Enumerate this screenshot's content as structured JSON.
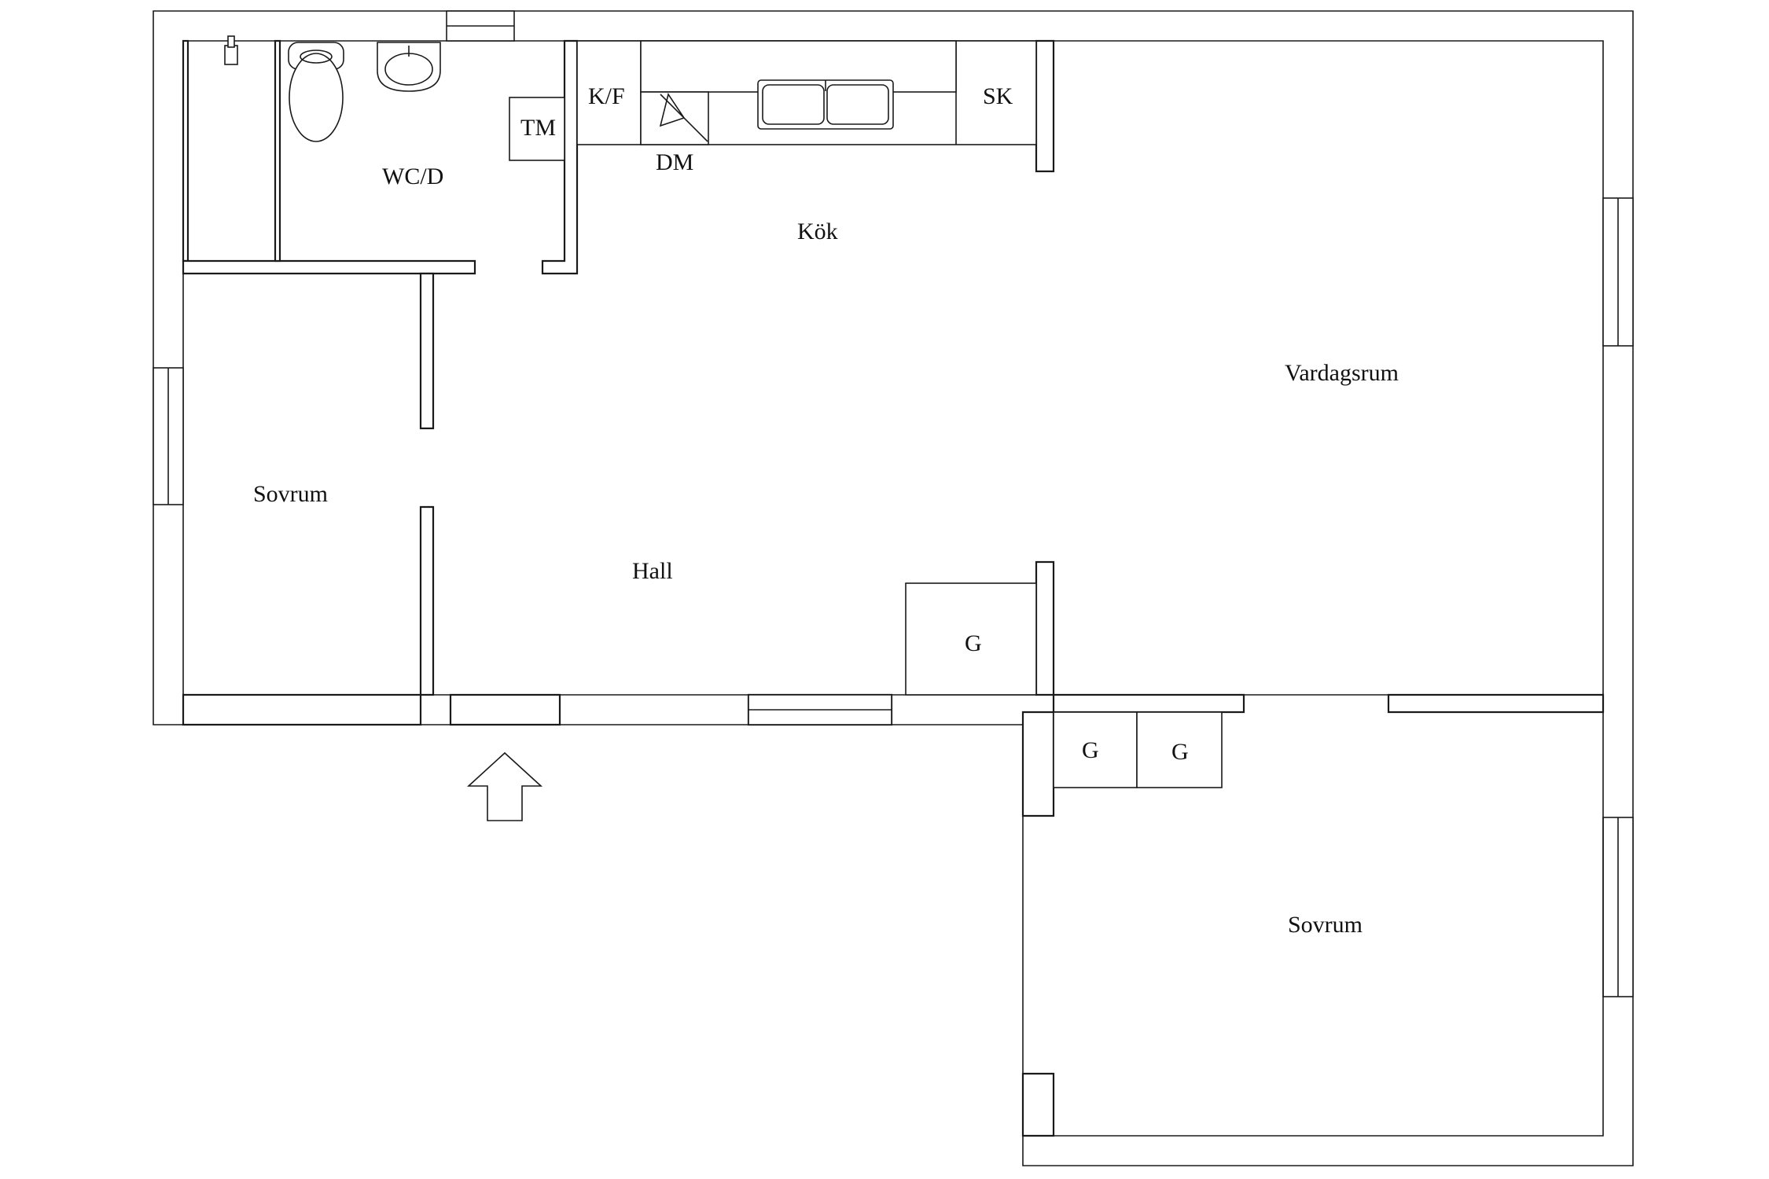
{
  "rooms": {
    "wc_d": "WC/D",
    "tm": "TM",
    "kf": "K/F",
    "dm": "DM",
    "sk": "SK",
    "kok": "Kök",
    "vardagsrum": "Vardagsrum",
    "sovrum_left": "Sovrum",
    "hall": "Hall",
    "g_hall": "G",
    "g_1": "G",
    "g_2": "G",
    "sovrum_right": "Sovrum"
  },
  "icons": {
    "entrance": "entrance-arrow-icon",
    "toilet": "toilet-icon",
    "sink": "sink-icon",
    "shower": "shower-icon",
    "kitchen_sink": "kitchen-sink-icon"
  },
  "colors": {
    "line": "#1a1a1a",
    "background": "#ffffff"
  }
}
